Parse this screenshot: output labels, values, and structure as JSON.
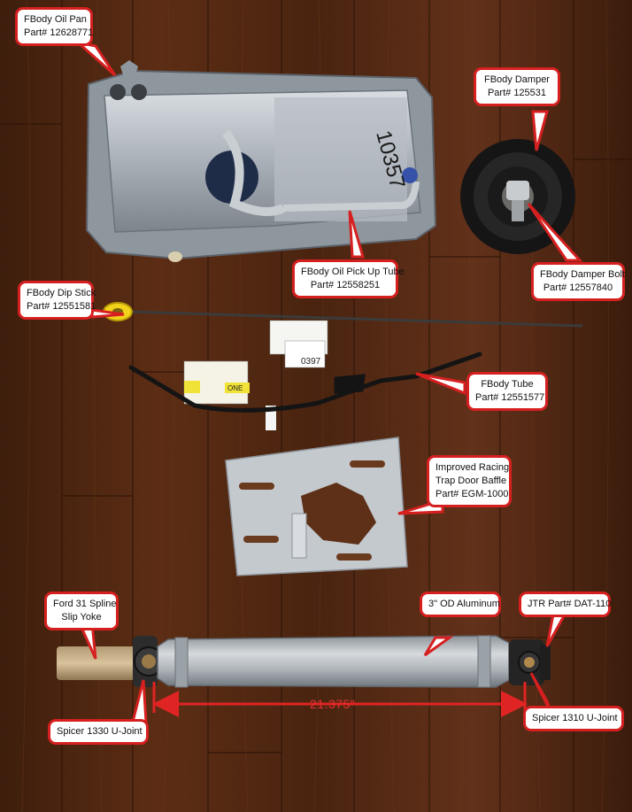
{
  "colors": {
    "callout_border": "#d62020",
    "measure_line": "#e02424",
    "wood_dark": "#3a1c0c",
    "wood_mid": "#5a2c14"
  },
  "callouts": {
    "oil_pan": {
      "line1": "FBody Oil Pan",
      "line2": "Part# 12628771"
    },
    "damper": {
      "line1": "FBody Damper",
      "line2": "Part# 125531"
    },
    "pickup_tube": {
      "line1": "FBody Oil Pick Up Tube",
      "line2": "Part# 12558251"
    },
    "damper_bolt": {
      "line1": "FBody Damper Bolt",
      "line2": "Part# 12557840"
    },
    "dip_stick": {
      "line1": "FBody Dip Stick",
      "line2": "Part# 12551581"
    },
    "tube": {
      "line1": "FBody Tube",
      "line2": "Part# 12551577"
    },
    "baffle": {
      "line1": "Improved Racing",
      "line2": "Trap Door Baffle",
      "line3": "Part# EGM-1000"
    },
    "slip_yoke": {
      "line1": "Ford 31 Spline",
      "line2": "Slip Yoke"
    },
    "aluminum": {
      "line1": "3\" OD Aluminum"
    },
    "jtr": {
      "line1": "JTR Part# DAT-110"
    },
    "spicer_1330": {
      "line1": "Spicer 1330 U-Joint"
    },
    "spicer_1310": {
      "line1": "Spicer 1310 U-Joint"
    }
  },
  "measurement": {
    "label": "21.375\""
  },
  "tags": {
    "pan_number": "10357",
    "label_a": "0397",
    "label_b": "ONE"
  }
}
